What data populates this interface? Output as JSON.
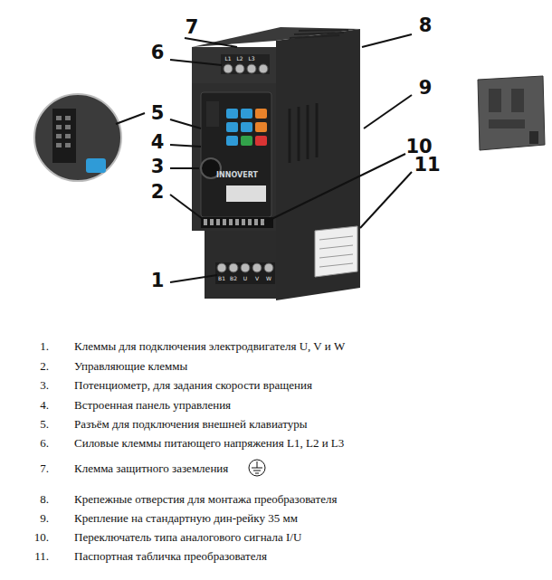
{
  "diagram": {
    "labels": [
      "7",
      "8",
      "6",
      "9",
      "5",
      "4",
      "10",
      "3",
      "11",
      "2",
      "1",
      "L1",
      "L2",
      "L3",
      "INNOVERT",
      "B1",
      "B2",
      "U",
      "V",
      "W",
      "1.",
      "Клеммы для подключения электродвигателя U, V и W",
      "2.",
      "Управляющие клеммы",
      "3.",
      "Потенциометр, для задания скорости вращения",
      "4.",
      "Встроенная панель управления",
      "5.",
      "Разъём для подключения внешней клавиатуры",
      "6.",
      "Силовые клеммы питающего напряжения L1, L2 и L3",
      "7.",
      "Клемма защитного заземления",
      "8.",
      "Крепежные отверстия для монтажа преобразователя",
      "9.",
      "Крепление на стандартную дин-рейку 35 мм",
      "10.",
      "Переключатель типа аналогового сигнала I/U",
      "11.",
      "Паспортная табличка преобразователя"
    ]
  }
}
